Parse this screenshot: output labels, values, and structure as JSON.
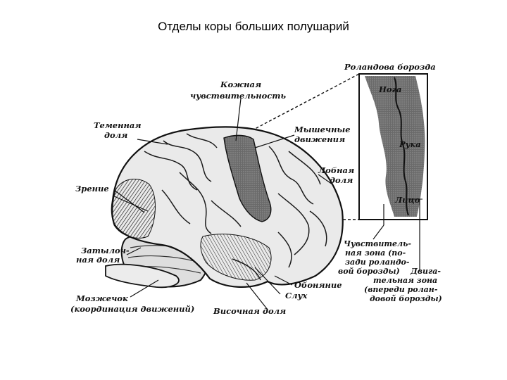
{
  "title": "Отделы коры больших полушарий",
  "labels": {
    "rolandova": "Роландова борозда",
    "kozhnaya_1": "Кожная",
    "kozhnaya_2": "чувствительность",
    "temennaya_1": "Теменная",
    "temennaya_2": "доля",
    "myshechnye_1": "Мышечные",
    "myshechnye_2": "движения",
    "lobnaya_1": "Лобная",
    "lobnaya_2": "доля",
    "zrenie": "Зрение",
    "zatylochnaya_1": "Затылоч-",
    "zatylochnaya_2": "ная доля",
    "mozzhechok_1": "Мозжечок",
    "mozzhechok_2": "(координация движений)",
    "visochnaya": "Височная доля",
    "obonyanie": "Обоняние",
    "sluh": "Слух",
    "chuvst_zona_1": "Чувствитель-",
    "chuvst_zona_2": "ная зона (по-",
    "chuvst_zona_3": "зади роландо-",
    "chuvst_zona_4": "вой борозды)",
    "dvig_zona_1": "Двига-",
    "dvig_zona_2": "тельная зона",
    "dvig_zona_3": "(впереди ролан-",
    "dvig_zona_4": "довой борозды)",
    "noga": "Нога",
    "ruka": "Рука",
    "lico": "Лицо"
  }
}
